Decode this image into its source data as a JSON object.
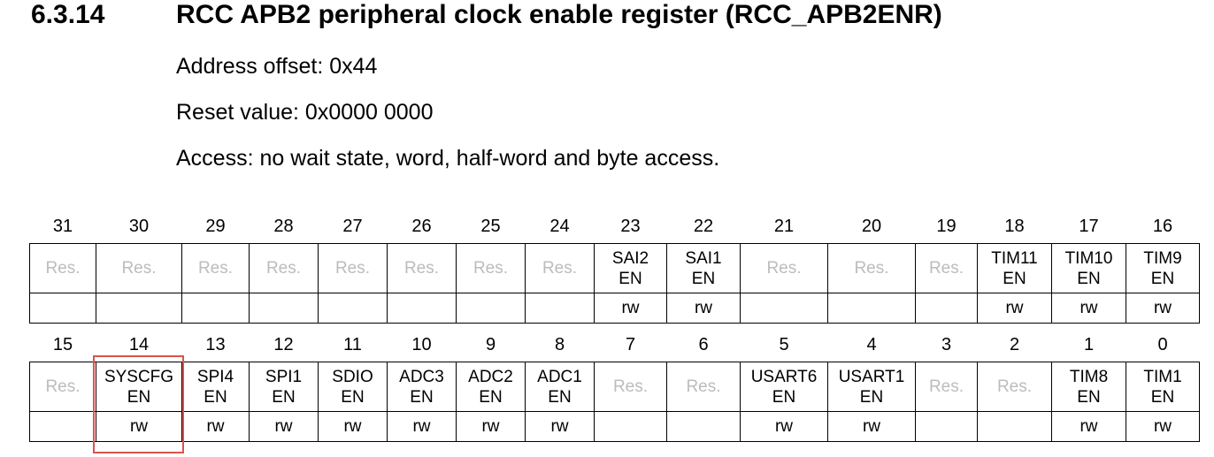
{
  "section": {
    "number": "6.3.14",
    "title": "RCC APB2 peripheral clock enable register (RCC_APB2ENR)"
  },
  "info": [
    "Address offset: 0x44",
    "Reset value: 0x0000 0000",
    "Access: no wait state, word, half-word and byte access."
  ],
  "register": {
    "upper": {
      "bits": [
        "31",
        "30",
        "29",
        "28",
        "27",
        "26",
        "25",
        "24",
        "23",
        "22",
        "21",
        "20",
        "19",
        "18",
        "17",
        "16"
      ],
      "names": [
        [
          "Res."
        ],
        [
          "Res."
        ],
        [
          "Res."
        ],
        [
          "Res."
        ],
        [
          "Res."
        ],
        [
          "Res."
        ],
        [
          "Res."
        ],
        [
          "Res."
        ],
        [
          "SAI2",
          "EN"
        ],
        [
          "SAI1",
          "EN"
        ],
        [
          "Res."
        ],
        [
          "Res."
        ],
        [
          "Res."
        ],
        [
          "TIM11",
          "EN"
        ],
        [
          "TIM10",
          "EN"
        ],
        [
          "TIM9",
          "EN"
        ]
      ],
      "access": [
        "",
        "",
        "",
        "",
        "",
        "",
        "",
        "",
        "rw",
        "rw",
        "",
        "",
        "",
        "rw",
        "rw",
        "rw"
      ]
    },
    "lower": {
      "bits": [
        "15",
        "14",
        "13",
        "12",
        "11",
        "10",
        "9",
        "8",
        "7",
        "6",
        "5",
        "4",
        "3",
        "2",
        "1",
        "0"
      ],
      "names": [
        [
          "Res."
        ],
        [
          "SYSCFG",
          "EN"
        ],
        [
          "SPI4",
          "EN"
        ],
        [
          "SPI1",
          "EN"
        ],
        [
          "SDIO",
          "EN"
        ],
        [
          "ADC3",
          "EN"
        ],
        [
          "ADC2",
          "EN"
        ],
        [
          "ADC1",
          "EN"
        ],
        [
          "Res."
        ],
        [
          "Res."
        ],
        [
          "USART6",
          "EN"
        ],
        [
          "USART1",
          "EN"
        ],
        [
          "Res."
        ],
        [
          "Res."
        ],
        [
          "TIM8",
          "EN"
        ],
        [
          "TIM1",
          "EN"
        ]
      ],
      "access": [
        "",
        "rw",
        "rw",
        "rw",
        "rw",
        "rw",
        "rw",
        "rw",
        "",
        "",
        "rw",
        "rw",
        "",
        "",
        "rw",
        "rw"
      ]
    }
  },
  "highlight": {
    "field": "SYSCFGEN",
    "color": "#d9534f"
  }
}
